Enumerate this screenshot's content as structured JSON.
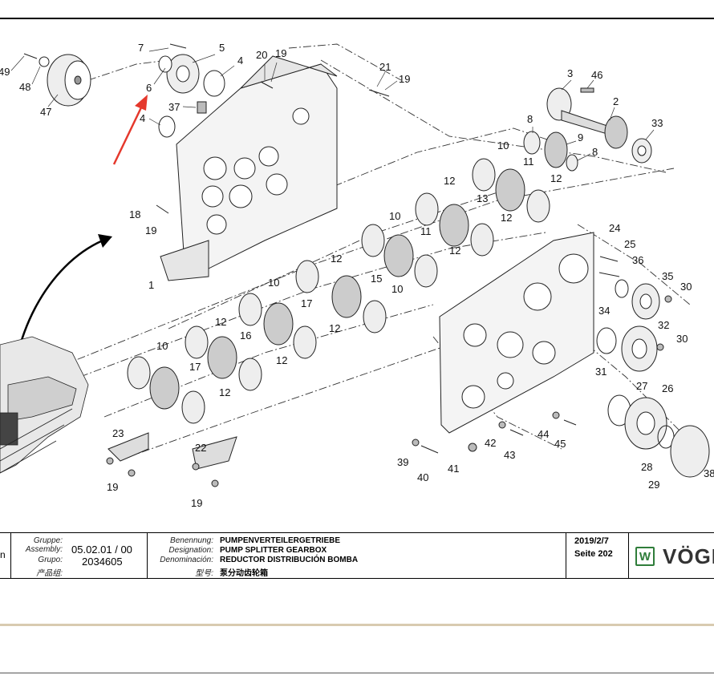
{
  "titleblock": {
    "left_fragment": "n",
    "group_labels": [
      "Gruppe:",
      "Assembly:",
      "Grupo:",
      "产品组:"
    ],
    "group_value_1": "05.02.01 / 00",
    "group_value_2": "2034605",
    "designation_labels": [
      "Benennung:",
      "Designation:",
      "Denominación:",
      "型号:"
    ],
    "designations": [
      "PUMPENVERTEILERGETRIEBE",
      "PUMP SPLITTER GEARBOX",
      "REDUCTOR DISTRIBUCIÓN BOMBA",
      "泵分动齿轮箱"
    ],
    "date": "2019/2/7",
    "page": "Seite 202",
    "logo_letter": "W",
    "logo_text": "VÖGE"
  },
  "callouts": {
    "c49": "49",
    "c48": "48",
    "c47": "47",
    "c7": "7",
    "c5": "5",
    "c6": "6",
    "c4a": "4",
    "c4b": "4",
    "c37": "37",
    "c20": "20",
    "c19a": "19",
    "c21": "21",
    "c19b": "19",
    "c3": "3",
    "c46": "46",
    "c2": "2",
    "c33": "33",
    "c8a": "8",
    "c9": "9",
    "c8b": "8",
    "c10a": "10",
    "c11a": "11",
    "c12a": "12",
    "c12b": "12",
    "c13": "13",
    "c12c": "12",
    "c10b": "10",
    "c11b": "11",
    "c12d": "12",
    "c18": "18",
    "c19c": "19",
    "c1": "1",
    "c24": "24",
    "c25": "25",
    "c36": "36",
    "c12e": "12",
    "c10c": "10",
    "c15": "15",
    "c10d": "10",
    "c35": "35",
    "c30a": "30",
    "c34": "34",
    "c17a": "17",
    "c12f": "12",
    "c12g": "12",
    "c32": "32",
    "c30b": "30",
    "c16": "16",
    "c10e": "10",
    "c12h": "12",
    "c31": "31",
    "c17b": "17",
    "c12i": "12",
    "c27": "27",
    "c26": "26",
    "c23": "23",
    "c22": "22",
    "c42": "42",
    "c44": "44",
    "c45": "45",
    "c39": "39",
    "c41": "41",
    "c43": "43",
    "c40": "40",
    "c28": "28",
    "c38": "38",
    "c29": "29",
    "c19d": "19",
    "c19e": "19"
  },
  "colors": {
    "accent_arrow": "#e5382c",
    "logo_green": "#2f7d3a",
    "divider_tan": "#d8cbb0"
  }
}
